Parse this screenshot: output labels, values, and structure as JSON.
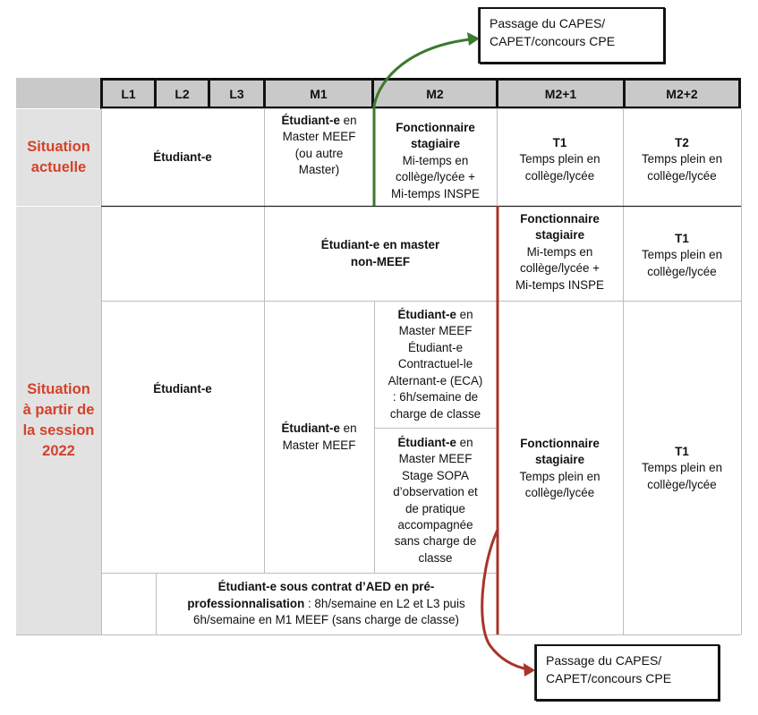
{
  "headers": {
    "l1": "L1",
    "l2": "L2",
    "l3": "L3",
    "m1": "M1",
    "m2": "M2",
    "m2p1": "M2+1",
    "m2p2": "M2+2"
  },
  "current": {
    "label": "Situation actuelle",
    "etudiant": "Étudiant-e",
    "m1": {
      "bold": "Étudiant-e",
      "rest1": " en",
      "rest2": "Master MEEF",
      "rest3": "(ou autre",
      "rest4": "Master)"
    },
    "m2": {
      "l1": "Fonctionnaire",
      "l2": "stagiaire",
      "l3": "Mi-temps en",
      "l4": "collège/lycée +",
      "l5": "Mi-temps INSPE"
    },
    "m2p1": {
      "l1": "T1",
      "l2": "Temps plein en",
      "l3": "collège/lycée"
    },
    "m2p2": {
      "l1": "T2",
      "l2": "Temps plein en",
      "l3": "collège/lycée"
    }
  },
  "future": {
    "label": "Situation à partir de la session 2022",
    "etudiant": "Étudiant-e",
    "nonmeef": {
      "l1": "Étudiant-e en master",
      "l2": "non-MEEF"
    },
    "nonmeef_m2p1": {
      "l1": "Fonctionnaire",
      "l2": "stagiaire",
      "l3": "Mi-temps en",
      "l4": "collège/lycée +",
      "l5": "Mi-temps INSPE"
    },
    "nonmeef_m2p2": {
      "l1": "T1",
      "l2": "Temps plein en",
      "l3": "collège/lycée"
    },
    "meef_m1": {
      "bold": "Étudiant-e",
      "rest1": " en",
      "rest2": "Master MEEF"
    },
    "eca": {
      "bold": "Étudiant-e",
      "rest1": " en",
      "l2": "Master MEEF",
      "l3": "Étudiant-e",
      "l4": "Contractuel-le",
      "l5": "Alternant-e (ECA)",
      "l6": ": 6h/semaine de",
      "l7": "charge de classe"
    },
    "sopa": {
      "bold": "Étudiant-e",
      "rest1": " en",
      "l2": "Master MEEF",
      "l3": "Stage SOPA",
      "l4": "d’observation et",
      "l5": "de pratique",
      "l6": "accompagnée",
      "l7": "sans charge de",
      "l8": "classe"
    },
    "meef_m2p1": {
      "l1": "Fonctionnaire",
      "l2": "stagiaire",
      "l3": "Temps plein en",
      "l4": "collège/lycée"
    },
    "meef_m2p2": {
      "l1": "T1",
      "l2": "Temps plein en",
      "l3": "collège/lycée"
    },
    "aed": {
      "b1": "Étudiant-e sous contrat d’AED en pré-",
      "b2": "professionnalisation",
      "r2": " : 8h/semaine en L2 et L3 puis",
      "r3": "6h/semaine en M1 MEEF (sans charge de classe)"
    }
  },
  "callout_top": {
    "l1": "Passage du CAPES/",
    "l2": "CAPET/concours CPE"
  },
  "callout_bottom": {
    "l1": "Passage du CAPES/",
    "l2": "CAPET/concours CPE"
  },
  "colors": {
    "label_red": "#d4412a",
    "arrow_green": "#3c7a2e",
    "arrow_red": "#a8342a",
    "header_gray": "#c9c9c9"
  }
}
